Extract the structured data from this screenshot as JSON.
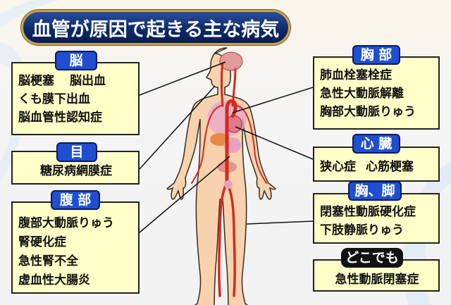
{
  "title": "血管が原因で起きる主な病気",
  "left": [
    {
      "label": "脳",
      "items": [
        "脳梗塞",
        "脳出血",
        "くも膜下出血",
        "脳血管性認知症"
      ]
    },
    {
      "label": "目",
      "items": [
        "糖尿病網膜症"
      ]
    },
    {
      "label": "腹 部",
      "items": [
        "腹部大動脈りゅう",
        "腎硬化症",
        "急性腎不全",
        "虚血性大腸炎"
      ]
    }
  ],
  "right": [
    {
      "label": "胸 部",
      "items": [
        "肺血栓塞栓症",
        "急性大動脈解離",
        "胸部大動脈りゅう"
      ]
    },
    {
      "label": "心 臓",
      "items": [
        "狭心症",
        "心筋梗塞"
      ]
    },
    {
      "label": "胸、脚",
      "items": [
        "閉塞性動脈硬化症",
        "下肢静脈りゅう"
      ]
    },
    {
      "label": "どこでも",
      "items": [
        "急性動脈閉塞症"
      ]
    }
  ],
  "colors": {
    "tab": "#1f4fd0",
    "box": "#ffffc8",
    "title": "#0e2a6a",
    "artery": "#d42a1e",
    "skin": "#f7d2ad"
  }
}
